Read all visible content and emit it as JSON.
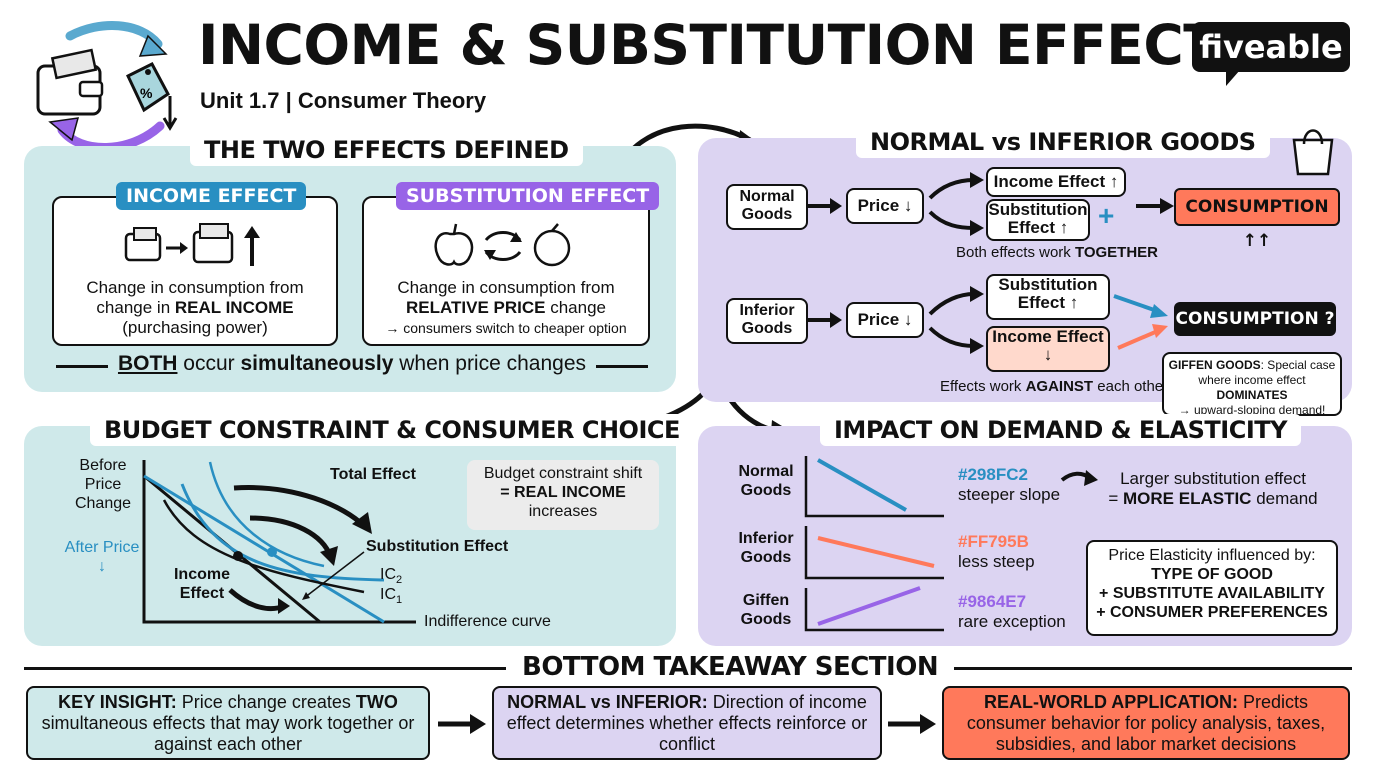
{
  "header": {
    "title": "INCOME & SUBSTITUTION EFFECTS",
    "subtitle": "Unit 1.7 | Consumer Theory",
    "logo": "fiveable",
    "icons": [
      "wallet-icon",
      "price-tag-icon",
      "cycle-arrows-icon",
      "shopping-bag-icon"
    ]
  },
  "two_effects": {
    "title": "THE TWO EFFECTS DEFINED",
    "income": {
      "label": "INCOME EFFECT",
      "line1": "Change in consumption from",
      "line2_pre": "change in ",
      "line2_bold": "REAL INCOME",
      "line3": "(purchasing power)"
    },
    "substitution": {
      "label": "SUBSTITUTION EFFECT",
      "line1": "Change in consumption from",
      "line2_bold": "RELATIVE PRICE",
      "line2_post": " change",
      "line3": "→ consumers switch to cheaper option"
    },
    "footer_bold1": "BOTH",
    "footer_mid": " occur ",
    "footer_bold2": "simultaneously",
    "footer_end": " when price changes"
  },
  "normal_inferior": {
    "title": "NORMAL vs INFERIOR GOODS",
    "normal_label": "Normal Goods",
    "price_label": "Price ↓",
    "income_effect_up": "Income Effect ↑",
    "substitution_effect_up": "Substitution Effect ↑",
    "plus": "+",
    "minus": "−",
    "consumption_up": "CONSUMPTION ↑↑",
    "together_pre": "Both effects work ",
    "together_bold": "TOGETHER",
    "inferior_label": "Inferior Goods",
    "income_effect_down": "Income Effect ↓",
    "consumption_q": "CONSUMPTION ?",
    "against_pre": "Effects work ",
    "against_bold": "AGAINST",
    "against_post": " each other",
    "giffen_bold1": "GIFFEN GOODS",
    "giffen_text1": ": Special case where income effect ",
    "giffen_bold2": "DOMINATES",
    "giffen_text2": "→ upward-sloping demand!"
  },
  "budget": {
    "title": "BUDGET CONSTRAINT & CONSUMER CHOICE",
    "before": "Before Price Change",
    "after": "After Price ↓",
    "total_effect": "Total Effect",
    "substitution_effect": "Substitution Effect",
    "income_effect": "Income Effect",
    "ic2": "IC",
    "ic2_sub": "2",
    "ic1": "IC",
    "ic1_sub": "1",
    "indifference": "Indifference curve",
    "note_line1": "Budget constraint shift",
    "note_line2": "= REAL INCOME",
    "note_line3": "increases"
  },
  "impact": {
    "title": "IMPACT ON DEMAND & ELASTICITY",
    "rows": [
      {
        "label": "Normal Goods",
        "color": "#298FC2",
        "desc": "steeper slope"
      },
      {
        "label": "Inferior Goods",
        "color": "#FF795B",
        "desc": "less steep"
      },
      {
        "label": "Giffen Goods",
        "color": "#9864E7",
        "desc": "rare exception"
      }
    ],
    "elastic_line1": "Larger substitution effect",
    "elastic_pre": "= ",
    "elastic_bold": "MORE ELASTIC",
    "elastic_post": " demand",
    "influence_title": "Price Elasticity influenced by:",
    "influence_items": [
      "TYPE OF GOOD",
      "+ SUBSTITUTE AVAILABILITY",
      "+ CONSUMER PREFERENCES"
    ]
  },
  "bottom": {
    "title": "BOTTOM TAKEAWAY SECTION",
    "cards": [
      {
        "bold": "KEY INSIGHT:",
        "pre": " Price change creates ",
        "bold2": "TWO",
        "text": " simultaneous effects that may work together or against each other"
      },
      {
        "bold": "NORMAL vs INFERIOR:",
        "pre": " Direction of income effect determines whether effects reinforce or conflict",
        "bold2": "",
        "text": ""
      },
      {
        "bold": "REAL-WORLD APPLICATION:",
        "pre": " Predicts consumer behavior for policy analysis, taxes, subsidies, and labor market decisions",
        "bold2": "",
        "text": ""
      }
    ]
  },
  "colors": {
    "teal": "#298FC2",
    "coral": "#FF795B",
    "purple": "#9864E7",
    "teal_panel": "#cfe9ea",
    "lavender_panel": "#dcd4f2"
  }
}
